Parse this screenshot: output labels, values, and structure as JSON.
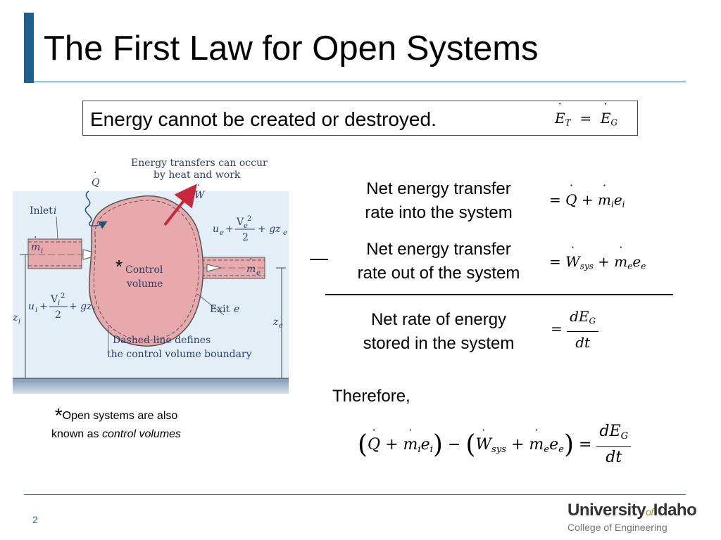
{
  "slide": {
    "title": "The First Law for Open Systems",
    "statement": "Energy cannot be created or destroyed.",
    "page_number": "2"
  },
  "colors": {
    "accent": "#1f5f8f",
    "control_volume_fill": "#e8a9ad",
    "diagram_background": "#e4eef6",
    "ground": "#8aa3bd",
    "arrow_red": "#c8283c"
  },
  "diagram": {
    "heading_line1": "Energy transfers can occur",
    "heading_line2": "by heat and work",
    "q_dot": "Q",
    "w_dot": "W",
    "inlet_label": "Inlet",
    "inlet_symbol": "i",
    "m_i": "m",
    "m_i_sub": "i",
    "m_e": "m",
    "m_e_sub": "e",
    "inlet_energy_prefix": "u",
    "inlet_energy_suffix": "+ gz",
    "outlet_energy_prefix": "u",
    "outlet_energy_suffix": "+ gz",
    "velocity": "V",
    "two": "2",
    "cv_line1": "Control",
    "cv_line2": "volume",
    "star": "*",
    "exit_label": "Exit",
    "exit_symbol": "e",
    "z_i": "z",
    "z_e": "z",
    "boundary_line1": "Dashed line defines",
    "boundary_line2": "the control volume boundary"
  },
  "footnote": {
    "star": "*",
    "text1": "Open systems are also",
    "text2": "known as",
    "emphasis": "control volumes"
  },
  "rows": [
    {
      "line1": "Net energy transfer",
      "line2": "rate into the system"
    },
    {
      "line1": "Net energy transfer",
      "line2": "rate out of the system"
    },
    {
      "line1": "Net rate of energy",
      "line2": "stored in the system"
    }
  ],
  "therefore": "Therefore,",
  "logo": {
    "university": "University",
    "of": "of",
    "idaho": "Idaho",
    "college": "College of Engineering"
  }
}
